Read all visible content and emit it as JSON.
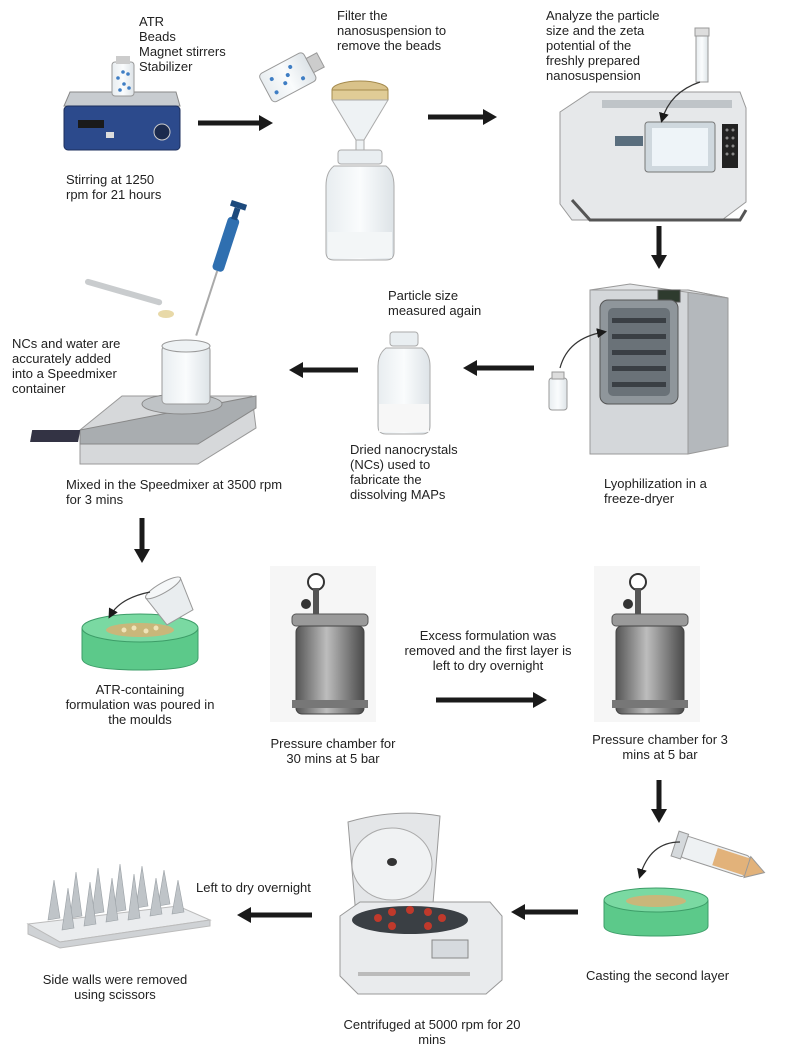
{
  "labels": {
    "stirrer_ingredients": "ATR\nBeads\nMagnet stirrers\nStabilizer",
    "stirring": "Stirring at 1250\nrpm for 21 hours",
    "filter": "Filter the\nnanosuspension to\nremove the beads",
    "analyze": "Analyze the particle\nsize and the zeta\npotential of the\nfreshly prepared\nnanosuspension",
    "lyophilization": "Lyophilization in a\nfreeze-dryer",
    "particle_size_again": "Particle size\nmeasured again",
    "dried_ncs": "Dried nanocrystals\n(NCs) used to\nfabricate the\ndissolving MAPs",
    "ncs_water": "NCs and water are\naccurately added\ninto a Speedmixer\ncontainer",
    "speedmixer": "Mixed in the Speedmixer at 3500 rpm\nfor 3 mins",
    "poured": "ATR-containing\nformulation was poured in\nthe moulds",
    "pressure_30": "Pressure chamber for\n30 mins at 5 bar",
    "excess": "Excess formulation was\nremoved and the first layer is\nleft to dry overnight",
    "pressure_3": "Pressure chamber for 3\nmins at 5 bar",
    "casting": "Casting the second layer",
    "centrifuged": "Centrifuged at 5000 rpm for 20\nmins",
    "dry_overnight": "Left to dry overnight",
    "side_walls": "Side walls were removed\nusing scissors"
  },
  "colors": {
    "arrow": "#1a1a1a",
    "mould": "#5cc98a",
    "stirrer_body": "#2c4a8c",
    "pipette": "#2f6fb0",
    "metal": "#8a8a8a"
  }
}
